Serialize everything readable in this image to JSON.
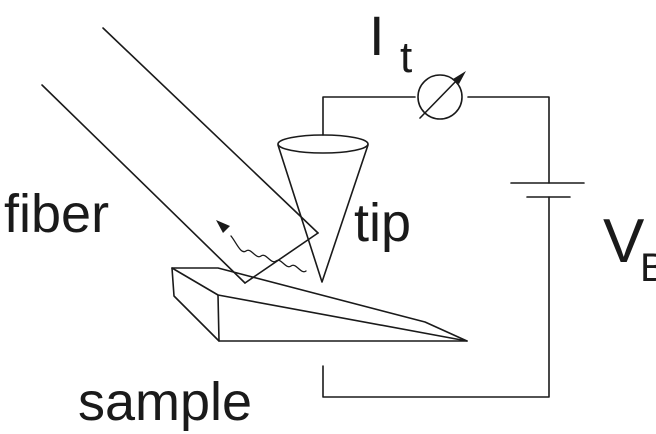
{
  "labels": {
    "current": "I",
    "current_subscript": "t",
    "fiber": "fiber",
    "tip": "tip",
    "voltage": "V",
    "voltage_subscript": "B",
    "sample": "sample"
  },
  "colors": {
    "line": "#1a1a1a",
    "background": "#ffffff"
  },
  "icons": {
    "ammeter": "ammeter-icon",
    "battery": "battery-icon",
    "emission_arrow": "wavy-arrow-icon"
  }
}
